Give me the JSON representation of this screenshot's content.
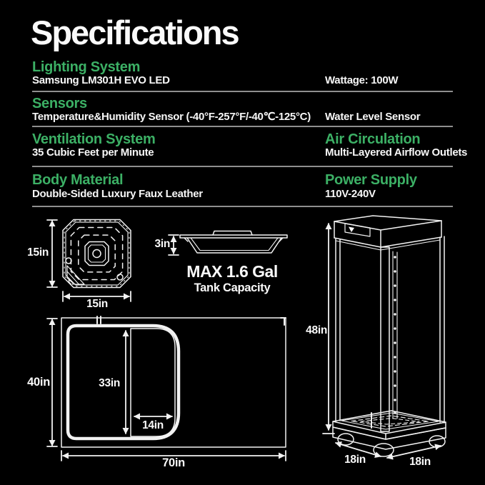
{
  "page": {
    "title": "Specifications"
  },
  "colors": {
    "background": "#000000",
    "accent_green": "#3cb065",
    "text_white": "#f7f7f7",
    "divider_gray": "#8f8f8f",
    "line_white": "#f2f2f2"
  },
  "spec_rows": [
    {
      "left": {
        "header": "Lighting System",
        "value": "Samsung LM301H EVO LED"
      },
      "right": {
        "value": "Wattage: 100W"
      }
    },
    {
      "left": {
        "header": "Sensors",
        "value": "Temperature&Humidity Sensor (-40°F-257°F/-40℃-125°C)"
      },
      "right": {
        "value": "Water Level Sensor"
      }
    },
    {
      "left": {
        "header": "Ventilation System",
        "value": "35 Cubic Feet per Minute"
      },
      "right": {
        "header": "Air Circulation",
        "value": "Multi-Layered Airflow Outlets"
      }
    },
    {
      "left": {
        "header": "Body Material",
        "value": "Double-Sided Luxury Faux Leather"
      },
      "right": {
        "header": "Power Supply",
        "value": "110V-240V"
      }
    }
  ],
  "diagrams": {
    "top_view": {
      "height_label": "15in",
      "width_label": "15in"
    },
    "tank": {
      "height_label": "3in",
      "capacity_title": "MAX 1.6 Gal",
      "capacity_subtitle": "Tank Capacity"
    },
    "cover": {
      "height_label": "40in",
      "door_height_label": "33in",
      "door_width_label": "14in",
      "width_label": "70in"
    },
    "cabinet": {
      "height_label": "48in",
      "depth_label": "18in",
      "width_label": "18in"
    }
  }
}
